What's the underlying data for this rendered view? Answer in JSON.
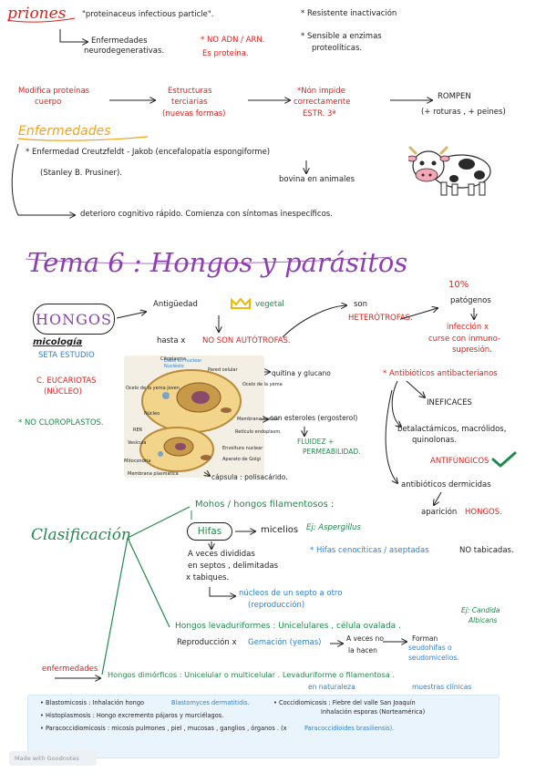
{
  "priones": {
    "title": "priones",
    "definition": "\"proteinaceus infectious particle\".",
    "resistente": "* Resistente inactivación",
    "enfermedades": "Enfermedades",
    "neuro": "neurodegenerativas.",
    "no_adn": "* NO ADN / ARN.",
    "es_proteina": "Es proteína.",
    "sensible": "* Sensible a enzimas",
    "proteoliticas": "proteolíticas.",
    "modifica_1": "Modifica proteínas",
    "modifica_2": "cuerpo",
    "estructuras_1": "Estructuras",
    "estructuras_2": "terciarias",
    "estructuras_3": "(nuevas formas)",
    "impide_1": "*Nón impide",
    "impide_2": "correctamente",
    "impide_3": "ESTR. 3ª",
    "rompen": "ROMPEN",
    "rompen_sub": "(+ roturas , + peines)",
    "enf_title": "Enfermedades",
    "cj": "* Enfermedad Creutzfeldt - Jakob (encefalopatía espongiforme)",
    "prusiner": "(Stanley B. Prusiner).",
    "bovina": "bovina en animales",
    "deterioro": "deterioro cognitivo rápido. Comienza con síntomas inespecíficos."
  },
  "tema": {
    "title": "Tema 6 : Hongos y parásitos"
  },
  "hongos": {
    "box": "HONGOS",
    "micologia": "micología",
    "seta": "SETA ESTUDIO",
    "eucariotas": "C. EUCARIOTAS",
    "nucleo": "(NÚCLEO)",
    "no_cloroplastos": "* NO CLOROPLASTOS.",
    "antiguedad": "Antigüedad",
    "vegetal": "vegetal",
    "hasta": "hasta x",
    "no_autotrofas": "NO SON AUTÓTROFAS.",
    "son": "son",
    "heterotrofas": "HETERÓTROFAS.",
    "pct": "10%",
    "patogenos": "patógenos",
    "infeccion_1": "infección x",
    "infeccion_2": "curse con inmuno-",
    "infeccion_3": "supresión.",
    "antibioticos": "* Antibióticos antibacterianos",
    "ineficaces": "INEFICACES",
    "betalact_1": "betalactámicos, macrólidos,",
    "betalact_2": "quinolonas.",
    "antifungicos": "ANTIFÚNGICOS",
    "antibio_derm": "antibióticos dermicidas",
    "aparicion": "aparición",
    "aparicion_hongos": "HONGOS.",
    "quitina": "quitina y glucano",
    "ergosterol": "con esteroles (ergosterol)",
    "fluidez": "FLUIDEZ +",
    "permeabilidad": "PERMEABILIDAD.",
    "capsula": "cápsula : polisacárido.",
    "cell_labels": [
      "Citoplasma",
      "Pared celular",
      "Ocelo de la yema joven",
      "Ocelo de la yema",
      "Vesícula",
      "Membrana plasmática",
      "Núcleo",
      "Membrana nuclear",
      "Retículo endoplasm.",
      "RER",
      "Mitocondria",
      "Envoltura nuclear",
      "Aparato de Golgi"
    ],
    "cell_notes": [
      "Debe en nuclear",
      "Nucléolo"
    ]
  },
  "clasificacion": {
    "title": "Clasificación",
    "mohos": "Mohos / hongos filamentosos :",
    "hifas": "Hifas",
    "micelios": "micelios",
    "ej_asp": "Ej: Aspergillus",
    "a_veces": "A veces divididas",
    "septos": "en septos , delimitadas",
    "tabiques": "x tabiques.",
    "hifas_cen": "* Hifas cenocíticas / aseptadas",
    "no_tab": "NO tabicadas.",
    "nucleos_1": "núcleos de un septo a otro",
    "nucleos_2": "(reproducción)",
    "levaduriformes": "Hongos levaduriformes : Unicelulares , célula ovalada .",
    "ej_candida_1": "Ej: Candida",
    "ej_candida_2": "Albicans",
    "reproduccion": "Reproducción x",
    "gemacion": "Gemación (yemas)",
    "a_veces_2": "A veces no",
    "la_hacen": "la hacen",
    "forman": "Forman",
    "seudohifas": "seudohifas o",
    "seudomicelios": "seudomicelios.",
    "enfermedades": "enfermedades",
    "dimorficos": "Hongos dimórficos : Unicelular o multicelular . Levaduriforme o filamentosa .",
    "naturaleza": "en naturaleza",
    "muestras": "muestras clínicas"
  },
  "bottom": {
    "line1_a": "• Blastomicosis : Inhalación hongo",
    "line1_b": "Blastomyces dermatitidis.",
    "line1_c": "• Coccidiomicosis : Fiebre del valle San Joaquín",
    "line1_d": "Inhalación esporas (Norteamérica)",
    "line2": "• Histoplasmosis : Hongo excremento pájaros y murciélagos.",
    "line3_a": "• Paracoccidiomicosis : micosis pulmones , piel , mucosas , ganglios , órganos . (x",
    "line3_b": "Paracoccidioides brasiliensis).",
    "footer": "Made with Goodnotes"
  },
  "colors": {
    "red": "#e0211d",
    "green": "#1f8a4c",
    "blue": "#2f7fd6",
    "purple": "#8e3fb0",
    "orange": "#f0a31e"
  }
}
